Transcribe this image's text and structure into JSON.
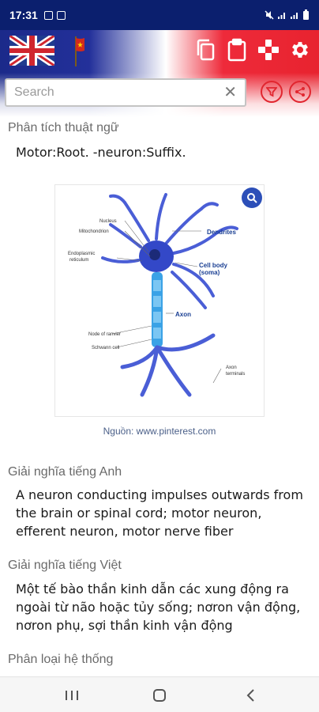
{
  "status_bar": {
    "time": "17:31"
  },
  "header": {
    "flags": [
      "uk-flag",
      "vietnam-flag"
    ],
    "actions": [
      "copy-icon",
      "clipboard-icon",
      "game-icon",
      "settings-icon"
    ]
  },
  "search": {
    "placeholder": "Search",
    "value": ""
  },
  "content": {
    "analysis_title": "Phân tích thuật ngữ",
    "analysis_text": "Motor:Root. -neuron:Suffix.",
    "image_caption": "Nguồn: www.pinterest.com",
    "figure_labels": {
      "nucleus": "Nucleus",
      "mitochondrion": "Mitochondrion",
      "er_1": "Endoplasmic",
      "er_2": "reticulum",
      "dendrites": "Dendrites",
      "cellbody_1": "Cell body",
      "cellbody_2": "(soma)",
      "axon": "Axon",
      "ranvier": "Node of ranvier",
      "schwann": "Schwann cell",
      "terminals_1": "Axon",
      "terminals_2": "terminals"
    },
    "english_title": "Giải nghĩa tiếng Anh",
    "english_text": "A neuron conducting impulses outwards from the brain or spinal cord; motor neuron, efferent neuron, motor nerve fiber",
    "vietnamese_title": "Giải nghĩa tiếng Việt",
    "vietnamese_text": "Một tế bào thần kinh dẫn các xung động ra ngoài từ não hoặc tủy sống; nơron vận động, nơron phụ, sợi thần kinh vận động",
    "classification_title": "Phân loại hệ thống"
  },
  "colors": {
    "blue": "#1b2a8a",
    "red": "#e8232f",
    "accent_ring": "#e1262f"
  }
}
